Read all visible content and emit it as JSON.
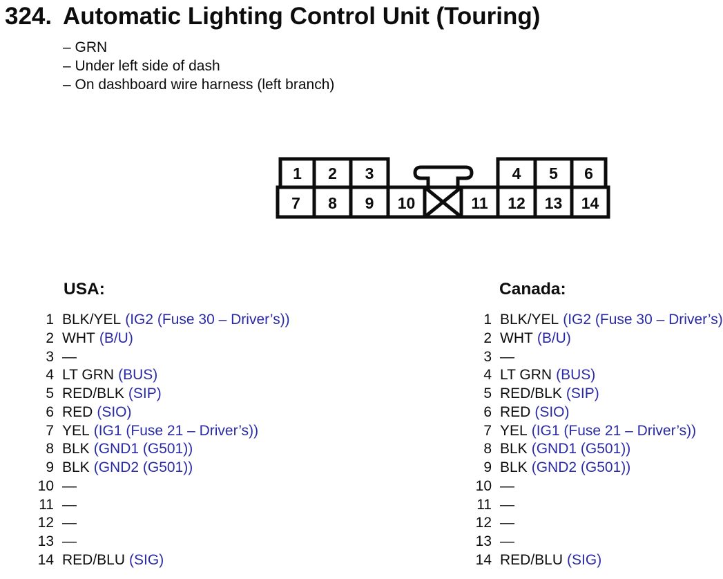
{
  "page": {
    "number": "324.",
    "title": "Automatic Lighting Control Unit (Touring)",
    "notes": [
      "– GRN",
      "– Under left side of dash",
      "– On dashboard wire harness (left branch)"
    ]
  },
  "connector": {
    "top_left_cells": [
      "1",
      "2",
      "3"
    ],
    "top_right_cells": [
      "4",
      "5",
      "6"
    ],
    "bottom_cells": [
      "7",
      "8",
      "9",
      "10",
      "11",
      "12",
      "13",
      "14"
    ]
  },
  "pin_tables": {
    "usa": {
      "title": "USA:",
      "rows": [
        {
          "pin": "1",
          "wire": "BLK/YEL",
          "signal": "(IG2 (Fuse 30 – Driver’s))"
        },
        {
          "pin": "2",
          "wire": "WHT",
          "signal": "(B/U)"
        },
        {
          "pin": "3",
          "wire": "—",
          "signal": ""
        },
        {
          "pin": "4",
          "wire": "LT GRN",
          "signal": "(BUS)"
        },
        {
          "pin": "5",
          "wire": "RED/BLK",
          "signal": "(SIP)"
        },
        {
          "pin": "6",
          "wire": "RED",
          "signal": "(SIO)"
        },
        {
          "pin": "7",
          "wire": "YEL",
          "signal": "(IG1 (Fuse 21 – Driver’s))"
        },
        {
          "pin": "8",
          "wire": "BLK",
          "signal": "(GND1 (G501))"
        },
        {
          "pin": "9",
          "wire": "BLK",
          "signal": "(GND2 (G501))"
        },
        {
          "pin": "10",
          "wire": "—",
          "signal": ""
        },
        {
          "pin": "11",
          "wire": "—",
          "signal": ""
        },
        {
          "pin": "12",
          "wire": "—",
          "signal": ""
        },
        {
          "pin": "13",
          "wire": "—",
          "signal": ""
        },
        {
          "pin": "14",
          "wire": "RED/BLU",
          "signal": "(SIG)"
        }
      ]
    },
    "canada": {
      "title": "Canada:",
      "rows": [
        {
          "pin": "1",
          "wire": "BLK/YEL",
          "signal": "(IG2 (Fuse 30 – Driver’s))"
        },
        {
          "pin": "2",
          "wire": "WHT",
          "signal": "(B/U)"
        },
        {
          "pin": "3",
          "wire": "—",
          "signal": ""
        },
        {
          "pin": "4",
          "wire": "LT GRN",
          "signal": "(BUS)"
        },
        {
          "pin": "5",
          "wire": "RED/BLK",
          "signal": "(SIP)"
        },
        {
          "pin": "6",
          "wire": "RED",
          "signal": "(SIO)"
        },
        {
          "pin": "7",
          "wire": "YEL",
          "signal": "(IG1 (Fuse 21 – Driver’s))"
        },
        {
          "pin": "8",
          "wire": "BLK",
          "signal": "(GND1 (G501))"
        },
        {
          "pin": "9",
          "wire": "BLK",
          "signal": "(GND2 (G501))"
        },
        {
          "pin": "10",
          "wire": "—",
          "signal": ""
        },
        {
          "pin": "11",
          "wire": "—",
          "signal": ""
        },
        {
          "pin": "12",
          "wire": "—",
          "signal": ""
        },
        {
          "pin": "13",
          "wire": "—",
          "signal": ""
        },
        {
          "pin": "14",
          "wire": "RED/BLU",
          "signal": "(SIG)"
        }
      ]
    }
  },
  "colors": {
    "text_black": "#0c0c0c",
    "signal_blue": "#2a2aa6"
  }
}
